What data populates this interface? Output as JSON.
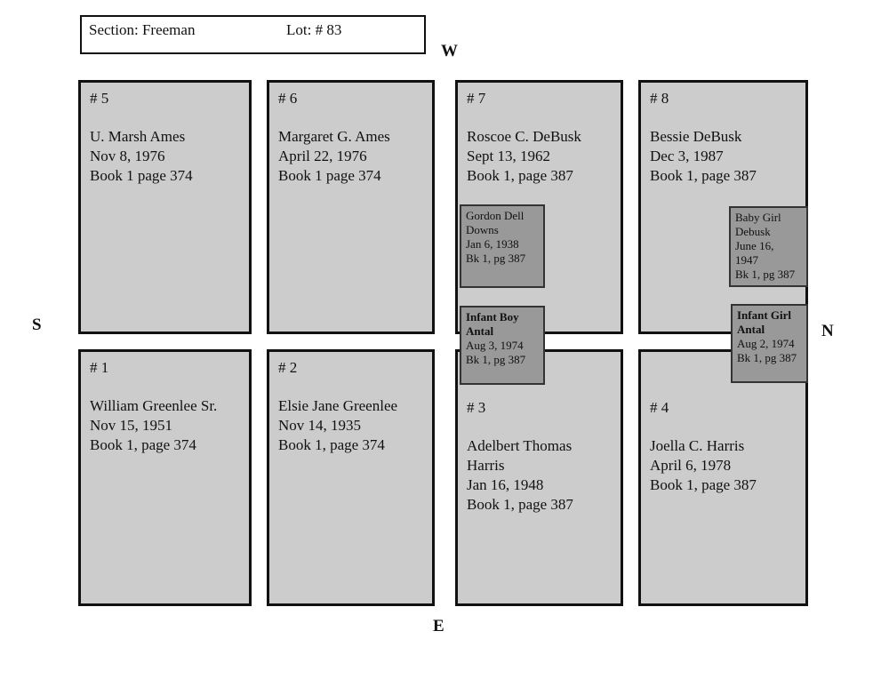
{
  "header": {
    "section_label": "Section: Freeman",
    "lot_label": "Lot: # 83"
  },
  "compass": {
    "west": "W",
    "south": "S",
    "north": "N",
    "east": "E"
  },
  "colors": {
    "page_bg": "#ffffff",
    "plot_bg": "#cccccc",
    "plot_border": "#111111",
    "inner_bg": "#999999",
    "inner_border": "#333333"
  },
  "plots": [
    {
      "number": "# 5",
      "name": "U. Marsh Ames",
      "date": "Nov 8, 1976",
      "book": "Book 1 page 374"
    },
    {
      "number": "# 6",
      "name": "Margaret G. Ames",
      "date": "April 22, 1976",
      "book": "Book 1 page 374"
    },
    {
      "number": "# 7",
      "name": "Roscoe C. DeBusk",
      "date": "Sept 13, 1962",
      "book": "Book 1, page 387"
    },
    {
      "number": "# 8",
      "name": "Bessie DeBusk",
      "date": "Dec 3, 1987",
      "book": "Book 1, page 387"
    },
    {
      "number": "# 1",
      "name": "William Greenlee Sr.",
      "date": "Nov 15, 1951",
      "book": "Book 1,  page 374"
    },
    {
      "number": "# 2",
      "name": "Elsie Jane Greenlee",
      "date": "Nov 14, 1935",
      "book": "Book 1, page 374"
    },
    {
      "number": "# 3",
      "name": "Adelbert Thomas\nHarris",
      "date": "Jan 16, 1948",
      "book": "Book 1, page 387"
    },
    {
      "number": "# 4",
      "name": "Joella C. Harris",
      "date": "April 6, 1978",
      "book": "Book 1, page 387"
    }
  ],
  "inner_boxes": [
    {
      "id": "gordon-dell-downs",
      "lines": [
        {
          "t": "Gordon Dell",
          "b": false
        },
        {
          "t": "Downs",
          "b": false
        },
        {
          "t": "Jan 6, 1938",
          "b": false
        },
        {
          "t": "Bk 1, pg 387",
          "b": false
        }
      ]
    },
    {
      "id": "infant-boy-antal",
      "lines": [
        {
          "t": "Infant Boy",
          "b": true
        },
        {
          "t": "Antal",
          "b": true
        },
        {
          "t": "Aug 3, 1974",
          "b": false
        },
        {
          "t": "Bk 1, pg 387",
          "b": false
        }
      ]
    },
    {
      "id": "baby-girl-debusk",
      "lines": [
        {
          "t": "Baby Girl",
          "b": false
        },
        {
          "t": "Debusk",
          "b": false
        },
        {
          "t": "June 16,",
          "b": false
        },
        {
          "t": "1947",
          "b": false
        },
        {
          "t": "Bk 1, pg 387",
          "b": false
        }
      ]
    },
    {
      "id": "infant-girl-antal",
      "lines": [
        {
          "t": "Infant Girl",
          "b": true
        },
        {
          "t": "Antal",
          "b": true
        },
        {
          "t": "Aug 2, 1974",
          "b": false
        },
        {
          "t": "Bk 1, pg 387",
          "b": false
        }
      ]
    }
  ]
}
